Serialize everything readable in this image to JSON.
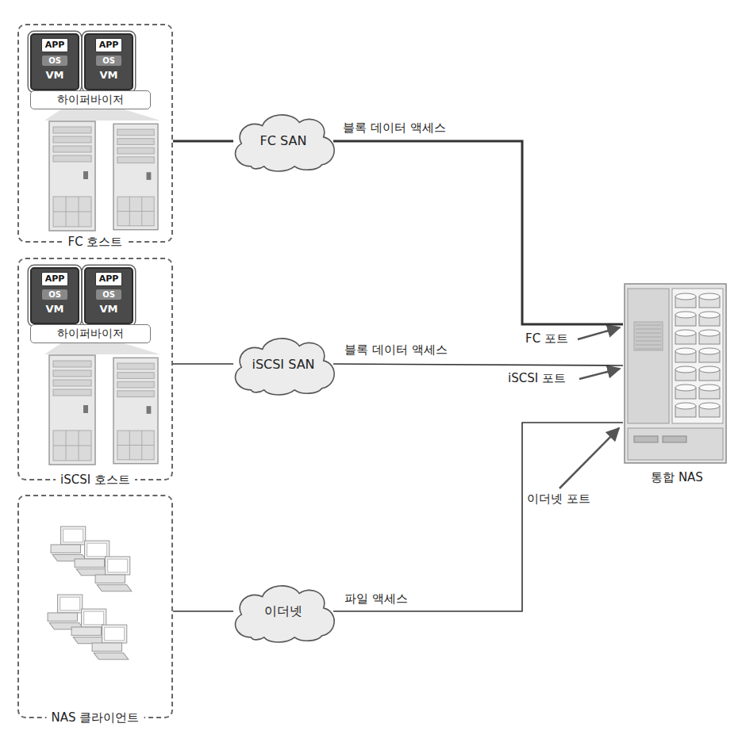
{
  "diagram": {
    "nodes": [
      {
        "text": [
          "FC 호스트"
        ]
      },
      {
        "text": [
          "APP",
          "OS",
          "VM"
        ],
        "in": 0
      },
      {
        "text": [
          "APP",
          "OS",
          "VM"
        ],
        "in": 0
      },
      {
        "text": [
          "하이퍼바이저"
        ],
        "in": 0
      },
      {
        "text": [
          "iSCSI 호스트"
        ]
      },
      {
        "text": [
          "APP",
          "OS",
          "VM"
        ],
        "in": 4
      },
      {
        "text": [
          "APP",
          "OS",
          "VM"
        ],
        "in": 4
      },
      {
        "text": [
          "하이퍼바이저"
        ],
        "in": 4
      },
      {
        "text": [
          "NAS 클라이언트"
        ]
      },
      {
        "text": [
          "FC SAN"
        ]
      },
      {
        "text": [
          "iSCSI SAN"
        ]
      },
      {
        "text": [
          "이더넷"
        ]
      },
      {
        "text": [
          "통합 NAS"
        ]
      }
    ],
    "edges": [
      {
        "from": 0,
        "to": 9,
        "arrow": "none"
      },
      {
        "from": 9,
        "to": 12,
        "label": "블록 데이터 액세스",
        "arrow": "none"
      },
      {
        "from": 4,
        "to": 10,
        "arrow": "none"
      },
      {
        "from": 10,
        "to": 12,
        "label": "블록 데이터 액세스",
        "arrow": "none"
      },
      {
        "from": 8,
        "to": 11,
        "arrow": "none"
      },
      {
        "from": 11,
        "to": 12,
        "label": "파일 액세스",
        "arrow": "none"
      }
    ],
    "labels": [
      "FC 포트",
      "iSCSI 포트",
      "이더넷 포트"
    ]
  }
}
